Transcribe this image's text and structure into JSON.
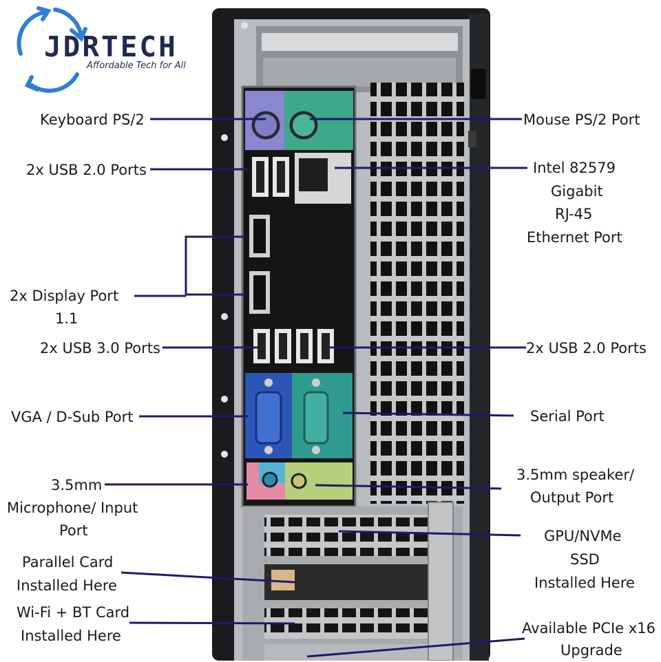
{
  "brand": {
    "name": "JDRTECH",
    "tagline": "Affordable Tech for All",
    "logo_icon": "recycle-arrows-icon"
  },
  "callouts": {
    "left": {
      "keyboard": "Keyboard PS/2",
      "usb2_top": "2x USB 2.0 Ports",
      "displayport_1": "2x Display Port",
      "displayport_2": "1.1",
      "usb3": "2x USB 3.0 Ports",
      "vga": "VGA / D-Sub Port",
      "mic_1": "3.5mm",
      "mic_2": "Microphone/ Input",
      "mic_3": "Port",
      "parallel_1": "Parallel Card",
      "parallel_2": "Installed Here",
      "wifi_1": "Wi-Fi + BT Card",
      "wifi_2": "Installed Here"
    },
    "right": {
      "mouse": "Mouse PS/2 Port",
      "ethernet_1": "Intel  82579",
      "ethernet_2": "Gigabit",
      "ethernet_3": "RJ-45",
      "ethernet_4": "Ethernet Port",
      "usb2_bottom": "2x USB 2.0 Ports",
      "serial": "Serial Port",
      "speaker_1": "3.5mm speaker/",
      "speaker_2": "Output Port",
      "gpu_1": "GPU/NVMe",
      "gpu_2": "SSD",
      "gpu_3": "Installed Here",
      "pcie_1": "Available PCIe x16",
      "pcie_2": "Upgrade"
    }
  },
  "colors": {
    "leader_line": "#1f1870",
    "case_black": "#1b1b1d",
    "metal": "#b9bcbf",
    "io_black": "#151515",
    "ps2_keyboard": "#8a86d0",
    "ps2_mouse": "#3fa78a",
    "vga_blue": "#2b56b8",
    "serial_teal": "#2f9a8e",
    "audio_pink": "#e58aa5",
    "audio_lime": "#b7cf7a",
    "brand": "#1f2a52",
    "logo_blue": "#2f7fd4"
  }
}
